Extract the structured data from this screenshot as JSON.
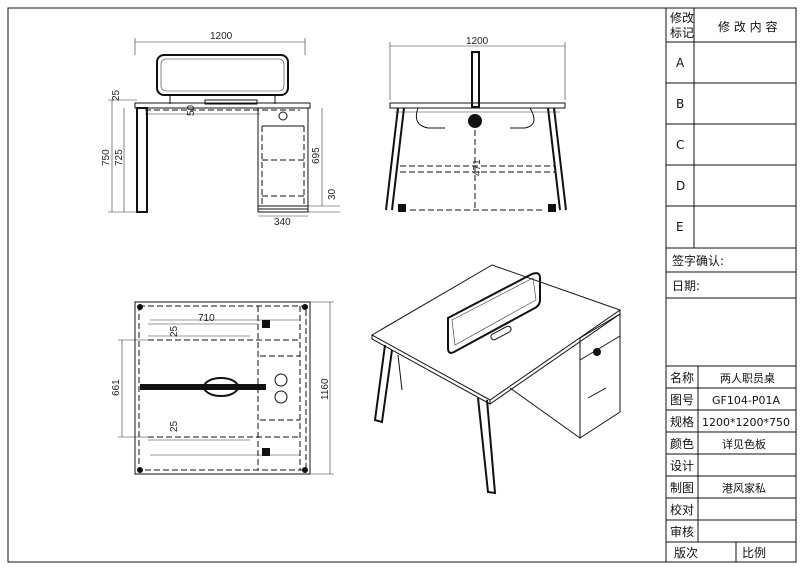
{
  "title_block": {
    "header_mark": "修改\n标记",
    "header_content": "修 改 内 容",
    "revisions": [
      "A",
      "B",
      "C",
      "D",
      "E"
    ],
    "sign_confirm": "签字确认:",
    "date": "日期:",
    "rows": [
      {
        "label": "名称",
        "value": "两人职员桌"
      },
      {
        "label": "图号",
        "value": "GF104-P01A"
      },
      {
        "label": "规格",
        "value": "1200*1200*750"
      },
      {
        "label": "颜色",
        "value": "详见色板"
      },
      {
        "label": "设计",
        "value": ""
      },
      {
        "label": "制图",
        "value": "港风家私"
      },
      {
        "label": "校对",
        "value": ""
      },
      {
        "label": "审核",
        "value": ""
      }
    ],
    "version_label": "版次",
    "scale_label": "比例"
  },
  "side_view": {
    "width": "1200",
    "d25": "25",
    "d50": "50",
    "d750": "750",
    "d725": "725",
    "d695": "695",
    "d30": "30",
    "d340": "340"
  },
  "front_view": {
    "width": "1200",
    "d471": "471"
  },
  "top_view": {
    "d710": "710",
    "d25a": "25",
    "d25b": "25",
    "d661": "661",
    "d1160": "1160"
  }
}
